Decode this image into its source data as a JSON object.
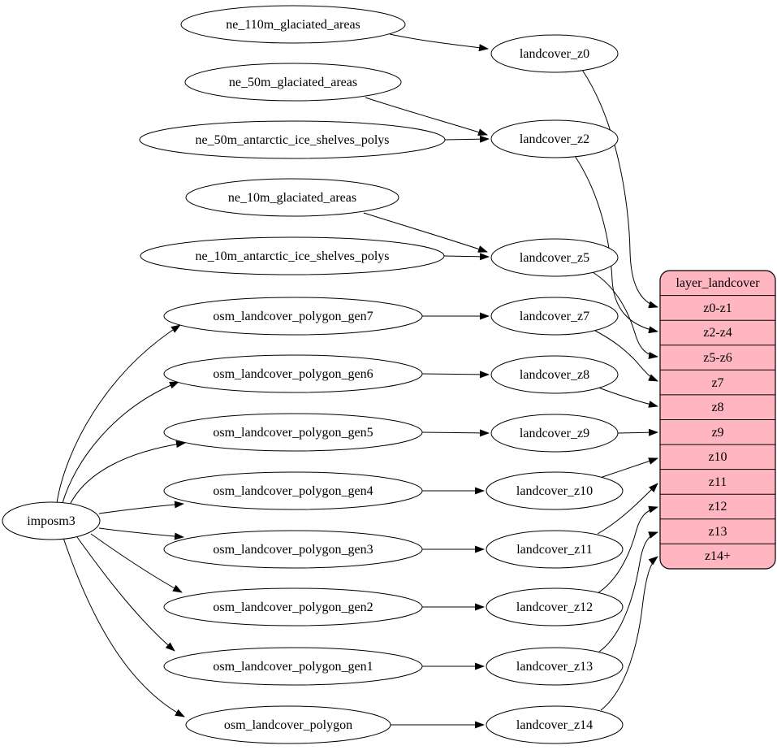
{
  "diagram": {
    "background_color": "#ffffff",
    "node_fill": "#ffffff",
    "stroke_color": "#000000",
    "table_fill": "#ffb6c1",
    "root": {
      "label": "imposm3"
    },
    "sources": [
      {
        "label": "ne_110m_glaciated_areas"
      },
      {
        "label": "ne_50m_glaciated_areas"
      },
      {
        "label": "ne_50m_antarctic_ice_shelves_polys"
      },
      {
        "label": "ne_10m_glaciated_areas"
      },
      {
        "label": "ne_10m_antarctic_ice_shelves_polys"
      },
      {
        "label": "osm_landcover_polygon_gen7"
      },
      {
        "label": "osm_landcover_polygon_gen6"
      },
      {
        "label": "osm_landcover_polygon_gen5"
      },
      {
        "label": "osm_landcover_polygon_gen4"
      },
      {
        "label": "osm_landcover_polygon_gen3"
      },
      {
        "label": "osm_landcover_polygon_gen2"
      },
      {
        "label": "osm_landcover_polygon_gen1"
      },
      {
        "label": "osm_landcover_polygon"
      }
    ],
    "stages": [
      {
        "label": "landcover_z0"
      },
      {
        "label": "landcover_z2"
      },
      {
        "label": "landcover_z5"
      },
      {
        "label": "landcover_z7"
      },
      {
        "label": "landcover_z8"
      },
      {
        "label": "landcover_z9"
      },
      {
        "label": "landcover_z10"
      },
      {
        "label": "landcover_z11"
      },
      {
        "label": "landcover_z12"
      },
      {
        "label": "landcover_z13"
      },
      {
        "label": "landcover_z14"
      }
    ],
    "table": {
      "title": "layer_landcover",
      "rows": [
        "z0-z1",
        "z2-z4",
        "z5-z6",
        "z7",
        "z8",
        "z9",
        "z10",
        "z11",
        "z12",
        "z13",
        "z14+"
      ]
    },
    "edges": [
      {
        "from": "ne_110m_glaciated_areas",
        "to": "landcover_z0"
      },
      {
        "from": "ne_50m_glaciated_areas",
        "to": "landcover_z2"
      },
      {
        "from": "ne_50m_antarctic_ice_shelves_polys",
        "to": "landcover_z2"
      },
      {
        "from": "ne_10m_glaciated_areas",
        "to": "landcover_z5"
      },
      {
        "from": "ne_10m_antarctic_ice_shelves_polys",
        "to": "landcover_z5"
      },
      {
        "from": "imposm3",
        "to": "osm_landcover_polygon_gen7"
      },
      {
        "from": "imposm3",
        "to": "osm_landcover_polygon_gen6"
      },
      {
        "from": "imposm3",
        "to": "osm_landcover_polygon_gen5"
      },
      {
        "from": "imposm3",
        "to": "osm_landcover_polygon_gen4"
      },
      {
        "from": "imposm3",
        "to": "osm_landcover_polygon_gen3"
      },
      {
        "from": "imposm3",
        "to": "osm_landcover_polygon_gen2"
      },
      {
        "from": "imposm3",
        "to": "osm_landcover_polygon_gen1"
      },
      {
        "from": "imposm3",
        "to": "osm_landcover_polygon"
      },
      {
        "from": "osm_landcover_polygon_gen7",
        "to": "landcover_z7"
      },
      {
        "from": "osm_landcover_polygon_gen6",
        "to": "landcover_z8"
      },
      {
        "from": "osm_landcover_polygon_gen5",
        "to": "landcover_z9"
      },
      {
        "from": "osm_landcover_polygon_gen4",
        "to": "landcover_z10"
      },
      {
        "from": "osm_landcover_polygon_gen3",
        "to": "landcover_z11"
      },
      {
        "from": "osm_landcover_polygon_gen2",
        "to": "landcover_z12"
      },
      {
        "from": "osm_landcover_polygon_gen1",
        "to": "landcover_z13"
      },
      {
        "from": "osm_landcover_polygon",
        "to": "landcover_z14"
      },
      {
        "from": "landcover_z0",
        "to": "layer_landcover.z0-z1"
      },
      {
        "from": "landcover_z2",
        "to": "layer_landcover.z2-z4"
      },
      {
        "from": "landcover_z5",
        "to": "layer_landcover.z5-z6"
      },
      {
        "from": "landcover_z7",
        "to": "layer_landcover.z7"
      },
      {
        "from": "landcover_z8",
        "to": "layer_landcover.z8"
      },
      {
        "from": "landcover_z9",
        "to": "layer_landcover.z9"
      },
      {
        "from": "landcover_z10",
        "to": "layer_landcover.z10"
      },
      {
        "from": "landcover_z11",
        "to": "layer_landcover.z11"
      },
      {
        "from": "landcover_z12",
        "to": "layer_landcover.z12"
      },
      {
        "from": "landcover_z13",
        "to": "layer_landcover.z13"
      },
      {
        "from": "landcover_z14",
        "to": "layer_landcover.z14+"
      }
    ]
  }
}
